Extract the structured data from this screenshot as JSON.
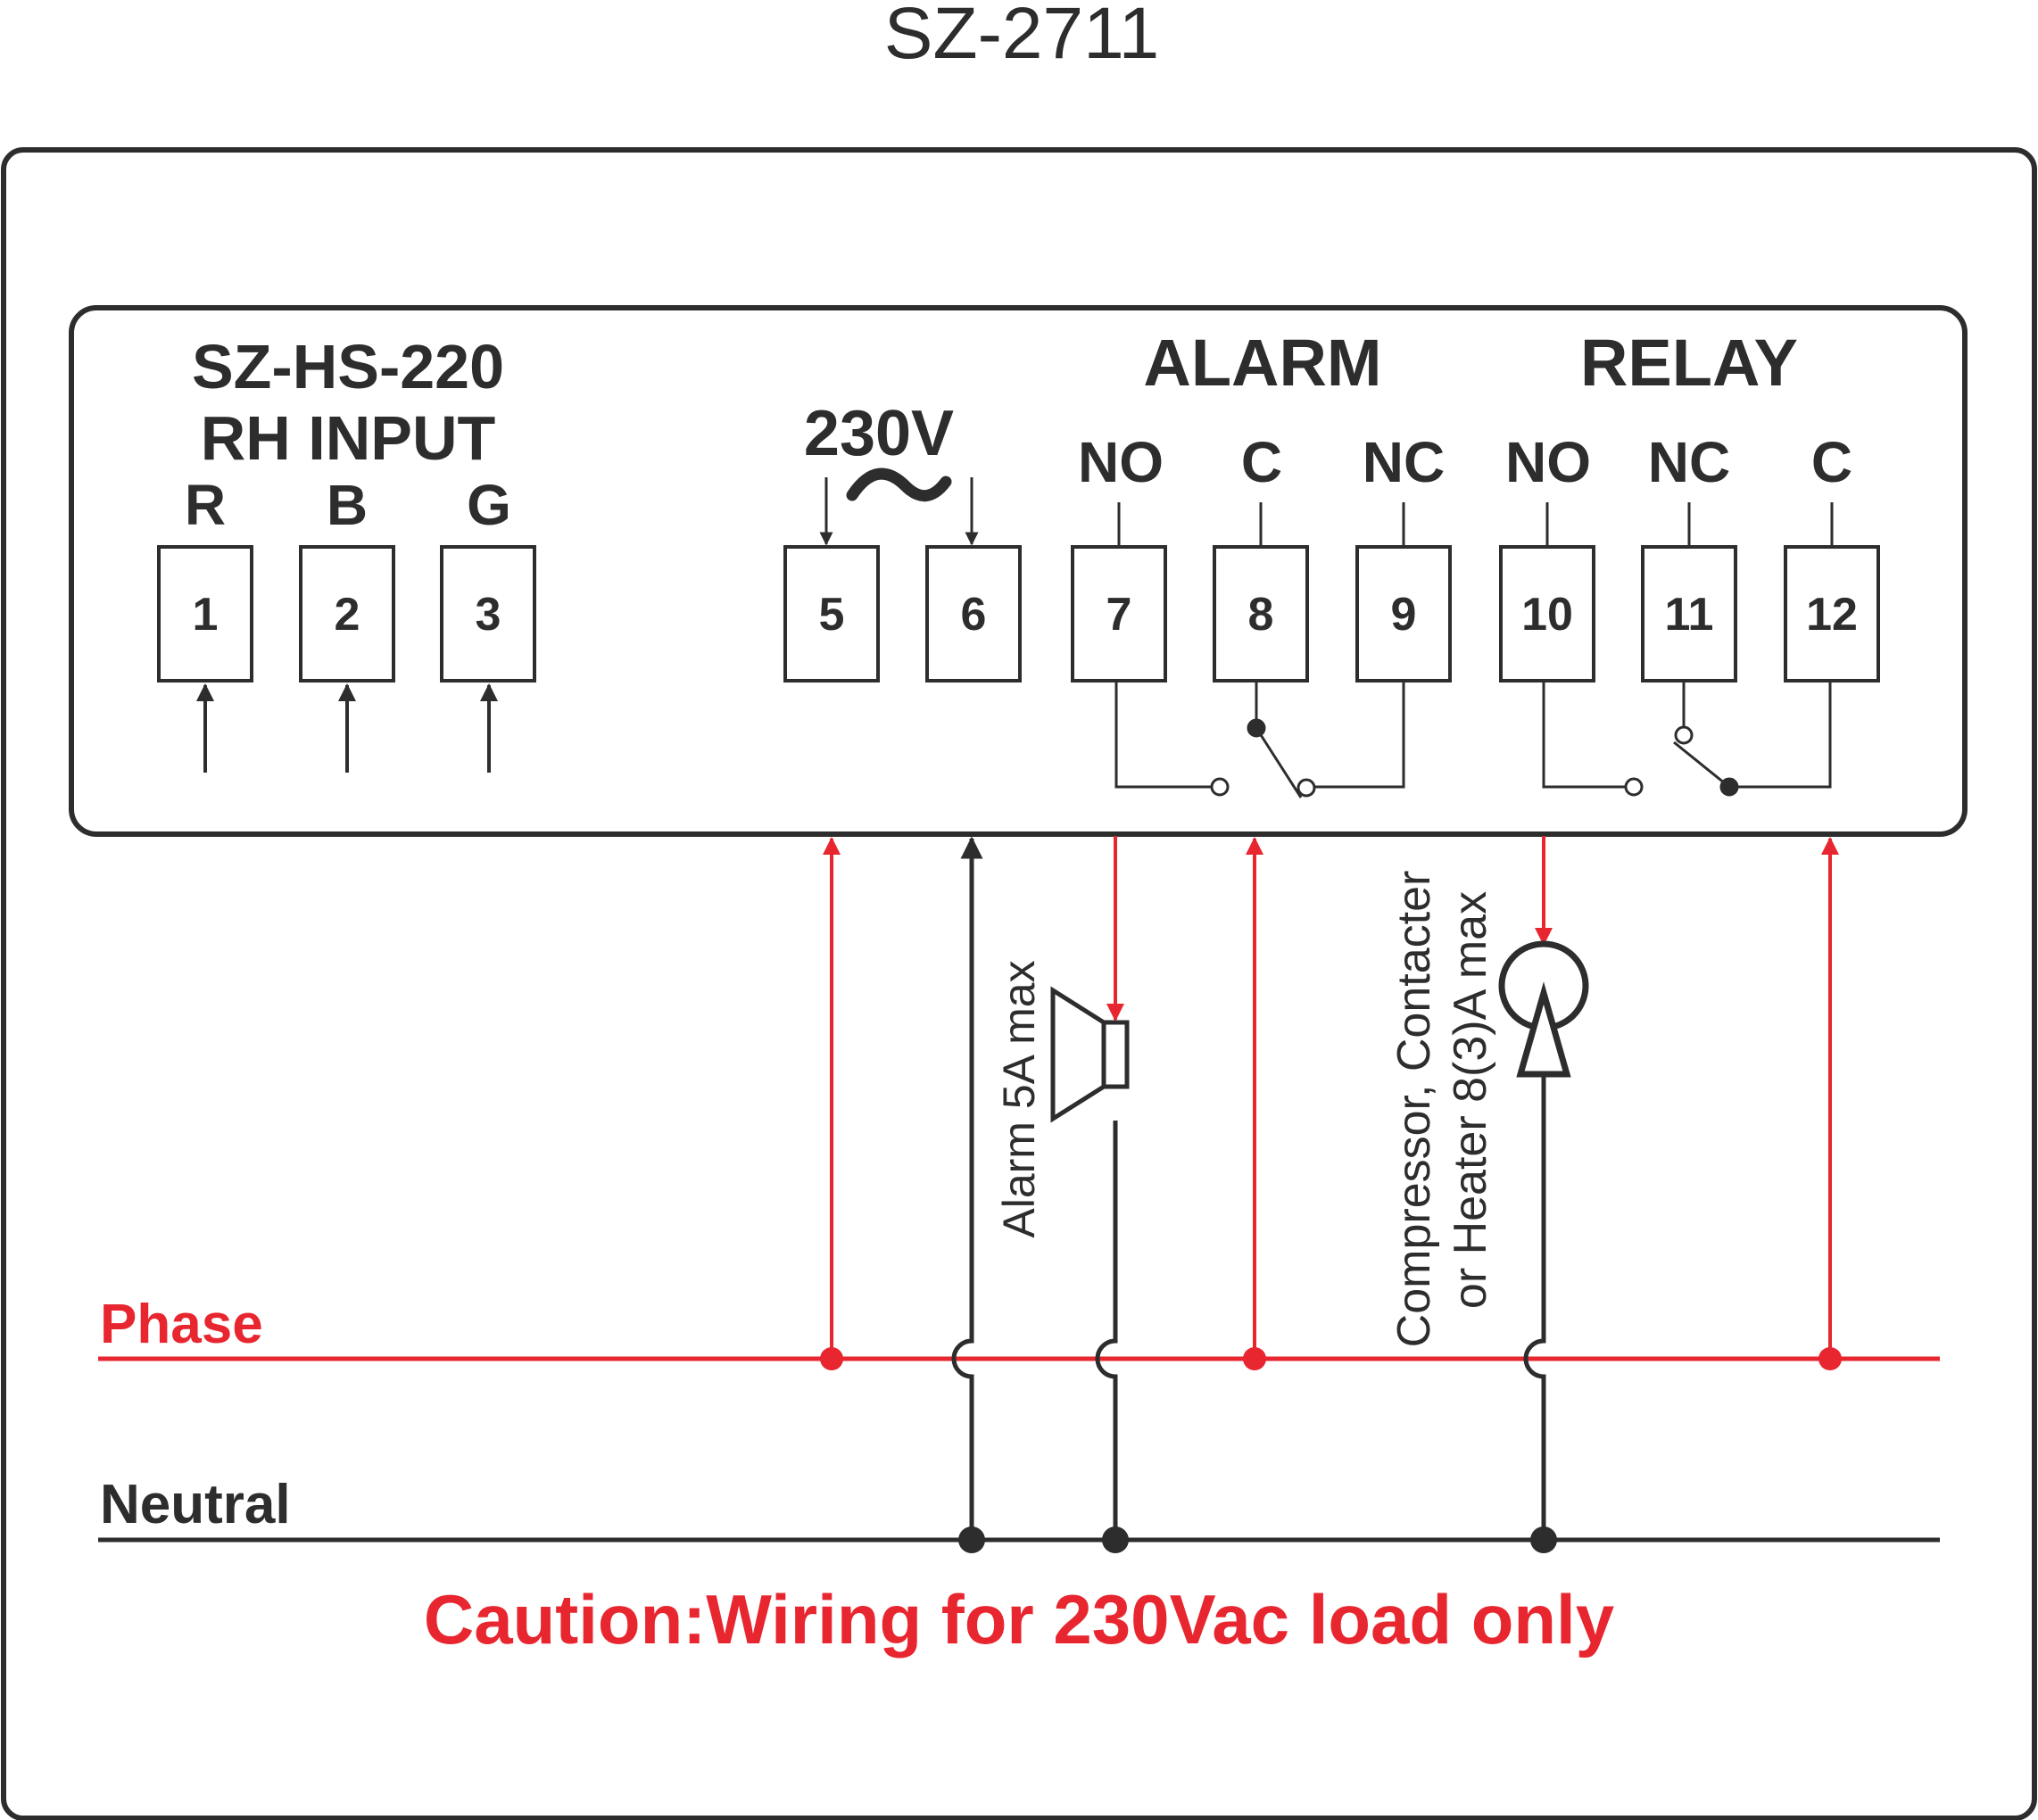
{
  "title": "SZ-2711",
  "sensor": {
    "model": "SZ-HS-220",
    "input_label": "RH INPUT",
    "pins": [
      "R",
      "B",
      "G"
    ]
  },
  "power": {
    "voltage": "230V",
    "symbol": "~"
  },
  "alarm": {
    "label": "ALARM",
    "contacts": [
      "NO",
      "C",
      "NC"
    ],
    "load_label": "Alarm 5A max"
  },
  "relay": {
    "label": "RELAY",
    "contacts": [
      "NO",
      "NC",
      "C"
    ],
    "load_label_line1": "Compressor, Contacter",
    "load_label_line2": "or Heater 8(3)A max"
  },
  "terminals": [
    "1",
    "2",
    "3",
    "5",
    "6",
    "7",
    "8",
    "9",
    "10",
    "11",
    "12"
  ],
  "lines": {
    "phase": "Phase",
    "neutral": "Neutral"
  },
  "caution": "Caution:Wiring for 230Vac load only",
  "colors": {
    "phase": "#e8262f",
    "neutral": "#2d2d2d",
    "background": "#ffffff"
  }
}
